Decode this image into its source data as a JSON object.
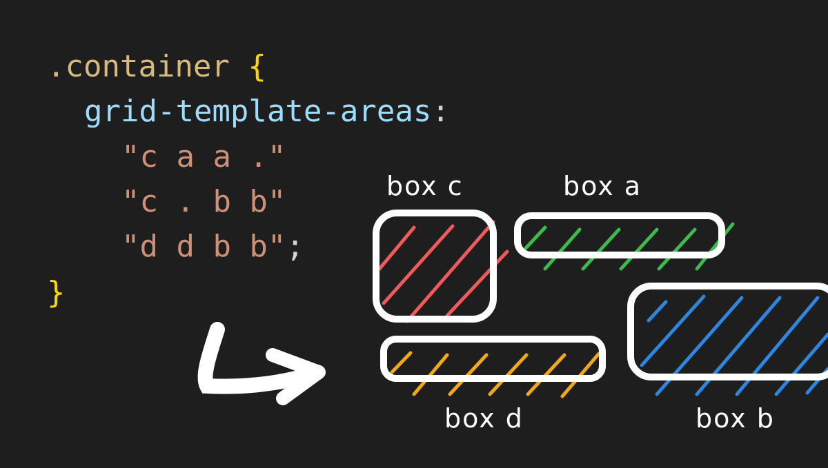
{
  "code": {
    "selector": ".container",
    "open_brace": "{",
    "property": "grid-template-areas",
    "colon": ":",
    "rows": [
      "\"c a a .\"",
      "\"c . b b\"",
      "\"d d b b\""
    ],
    "semicolon": ";",
    "close_brace": "}"
  },
  "diagram": {
    "labels": {
      "c": "box c",
      "a": "box a",
      "d": "box d",
      "b": "box b"
    },
    "colors": {
      "c": "#f05a5a",
      "a": "#3dbb4e",
      "d": "#f2a917",
      "b": "#2f86e0",
      "outline": "#ffffff"
    }
  }
}
